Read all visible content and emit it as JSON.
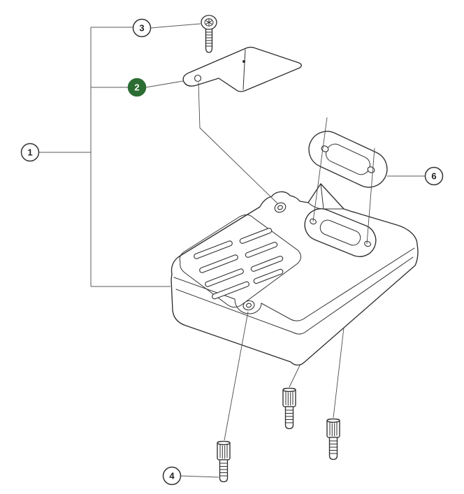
{
  "callouts": {
    "c1": {
      "label": "1",
      "style": "outline"
    },
    "c2": {
      "label": "2",
      "style": "filled"
    },
    "c3": {
      "label": "3",
      "style": "outline"
    },
    "c4": {
      "label": "4",
      "style": "outline"
    },
    "c6": {
      "label": "6",
      "style": "outline"
    }
  },
  "colors": {
    "highlight_green": "#2b6d33",
    "callout_outline": "#333333",
    "drawing_line": "#2f2f2f",
    "background": "#ffffff"
  }
}
